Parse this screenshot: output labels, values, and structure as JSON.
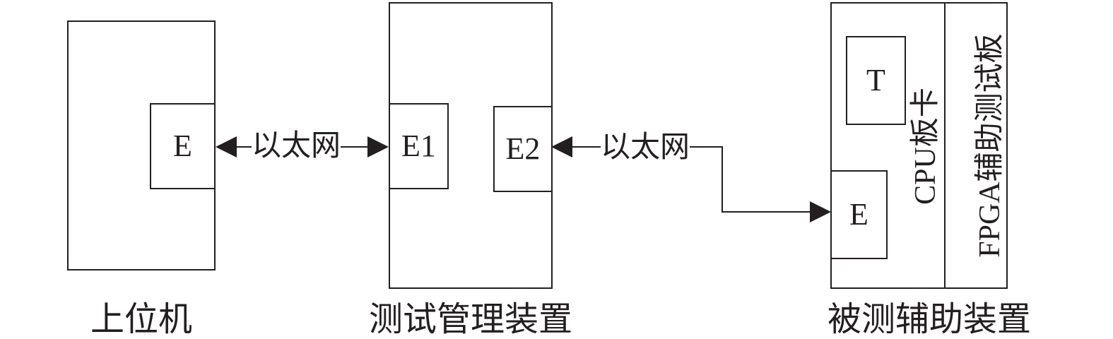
{
  "nodes": {
    "host": {
      "caption": "上位机",
      "port": "E"
    },
    "manager": {
      "caption": "测试管理装置",
      "port1": "E1",
      "port2": "E2"
    },
    "dut": {
      "caption": "被测辅助装置",
      "cpu_label": "CPU板卡",
      "fpga_label": "FPGA辅助测试板",
      "t_label": "T",
      "port": "E"
    }
  },
  "edges": {
    "link1": "以太网",
    "link2": "以太网"
  }
}
